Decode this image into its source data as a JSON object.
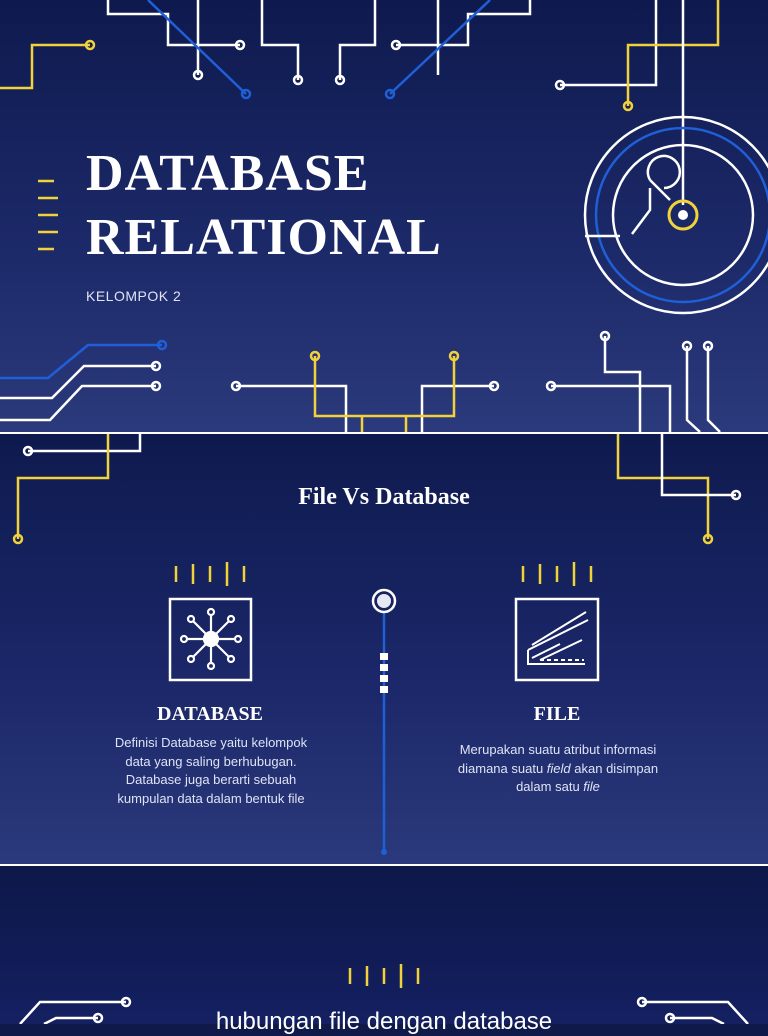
{
  "slide1": {
    "title_line1": "DATABASE",
    "title_line2": "RELATIONAL",
    "subtitle": "KELOMPOK 2"
  },
  "slide2": {
    "title": "File Vs Database",
    "left": {
      "heading": "DATABASE",
      "text": "Definisi Database yaitu kelompok data yang saling berhubugan. Database juga berarti sebuah kumpulan data dalam bentuk file",
      "icon": "sun-icon"
    },
    "right": {
      "heading": "FILE",
      "text_part1": "Merupakan suatu atribut informasi  diamana suatu ",
      "text_italic1": "field",
      "text_part2": " akan disimpan dalam satu ",
      "text_italic2": "file",
      "icon": "comet-icon"
    }
  },
  "slide3": {
    "title": "hubungan file dengan database"
  },
  "colors": {
    "background": "#0f1a4a",
    "line_white": "#ffffff",
    "accent_yellow": "#f2d23a",
    "accent_blue": "#1f5fd8"
  }
}
